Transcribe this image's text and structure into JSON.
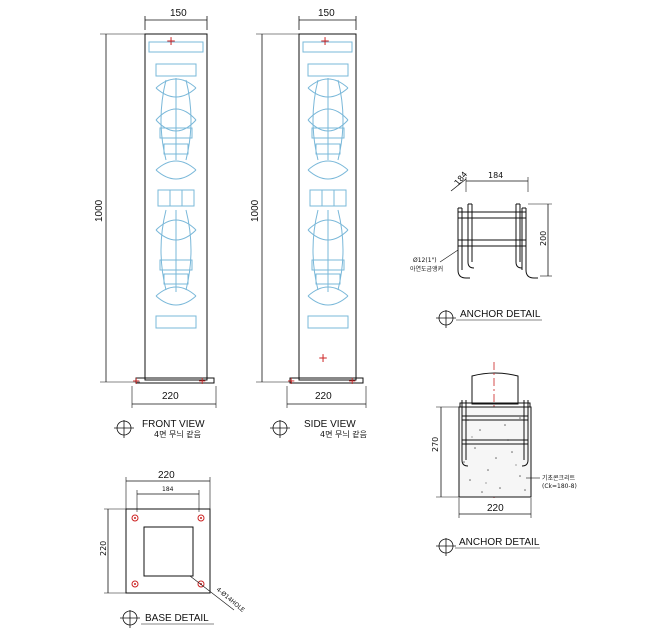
{
  "colors": {
    "line": "#111111",
    "pattern": "#7ab8d9",
    "marker": "#cc2222",
    "concrete_dots": "#666666",
    "red_centerline": "#cc2222"
  },
  "front_view": {
    "width_top": "150",
    "height": "1000",
    "base_width": "220",
    "title": "FRONT VIEW",
    "note": "4면 무늬 같음"
  },
  "side_view": {
    "width_top": "150",
    "height": "1000",
    "base_width": "220",
    "title": "SIDE VIEW",
    "note": "4면 무늬 같음"
  },
  "anchor_detail_1": {
    "title": "ANCHOR DETAIL",
    "width": "184",
    "depth": "184",
    "height": "200",
    "rebar_label": "Ø12(1\")",
    "rebar_note": "아연도금앵커"
  },
  "anchor_detail_2": {
    "title": "ANCHOR DETAIL",
    "height": "270",
    "width": "220",
    "note_line1": "기초콘크리트",
    "note_line2": "(Ck=180-8)"
  },
  "base_detail": {
    "title": "BASE DETAIL",
    "outer_width": "220",
    "inner_width": "184",
    "height": "220",
    "hole_label": "4-Ø14HOLE"
  }
}
